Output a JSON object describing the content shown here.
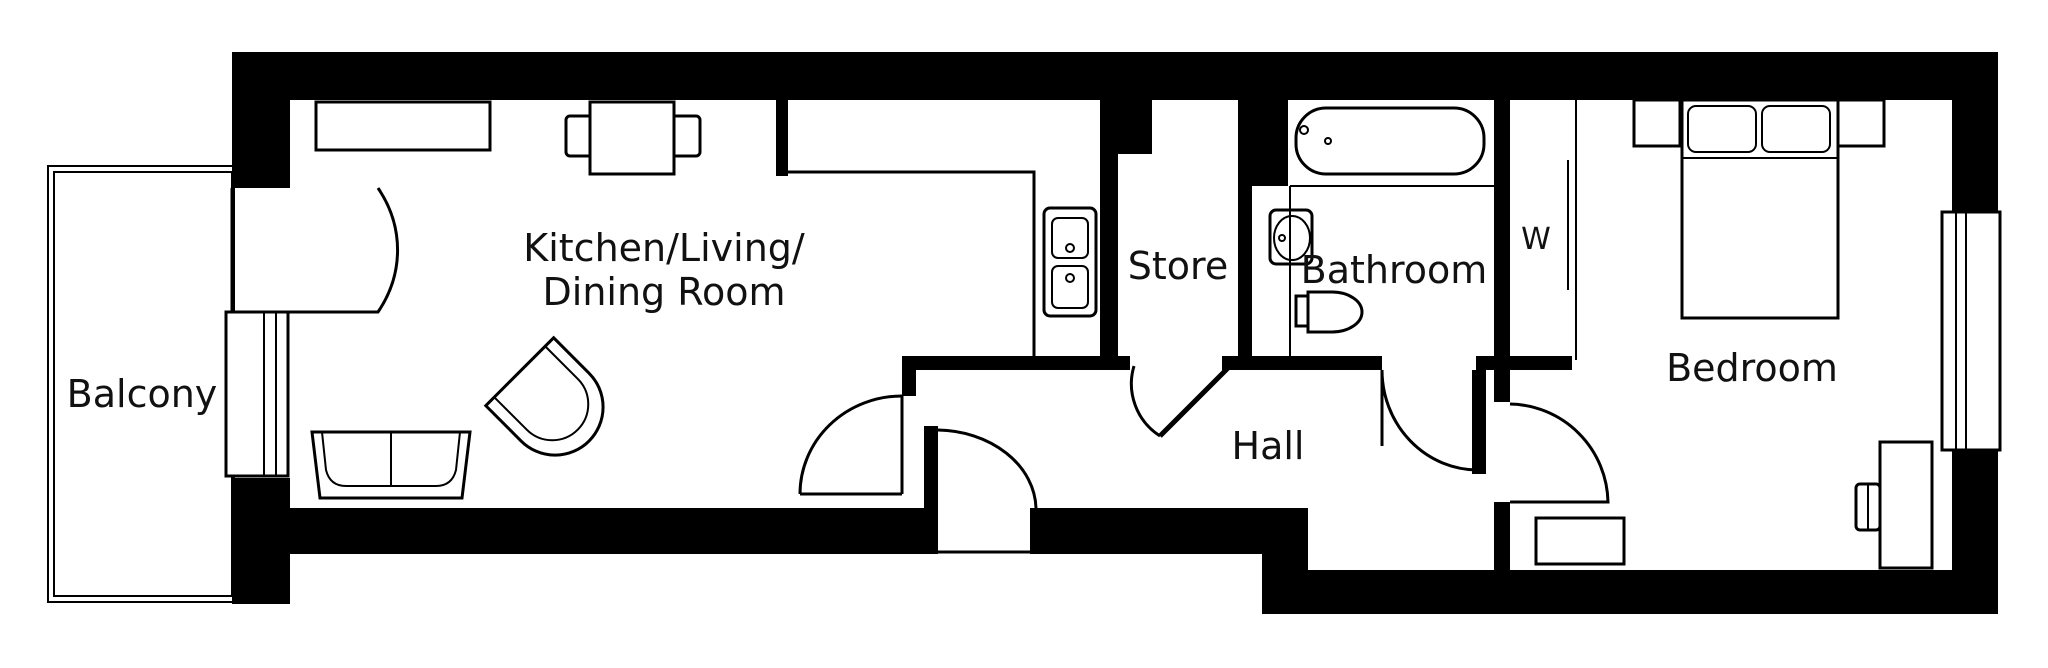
{
  "plan": {
    "rooms": {
      "kitchen_line1": "Kitchen/Living/",
      "kitchen_line2": "Dining Room",
      "balcony": "Balcony",
      "store": "Store",
      "bathroom": "Bathroom",
      "wardrobe": "W",
      "bedroom": "Bedroom",
      "hall": "Hall"
    }
  }
}
